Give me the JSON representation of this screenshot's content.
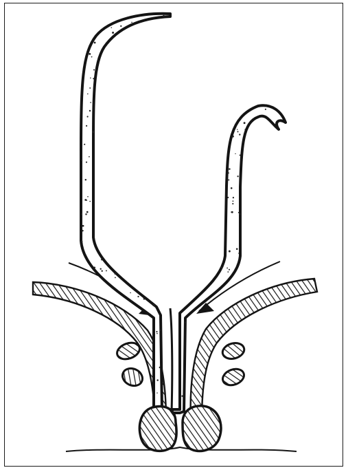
{
  "figure": {
    "labels": [],
    "colors": {
      "ink": "#141414",
      "paper": "#ffffff",
      "tube_fill": "#ffffff",
      "stipple": "#222222"
    },
    "parts": [
      "left-limb",
      "right-limb",
      "common-stem",
      "left-diagonal-band",
      "right-diagonal-band",
      "left-arrow",
      "right-arrow",
      "left-upper-node",
      "left-lower-node",
      "right-upper-node",
      "right-lower-node",
      "left-base-mass",
      "right-base-mass",
      "base-line"
    ]
  }
}
